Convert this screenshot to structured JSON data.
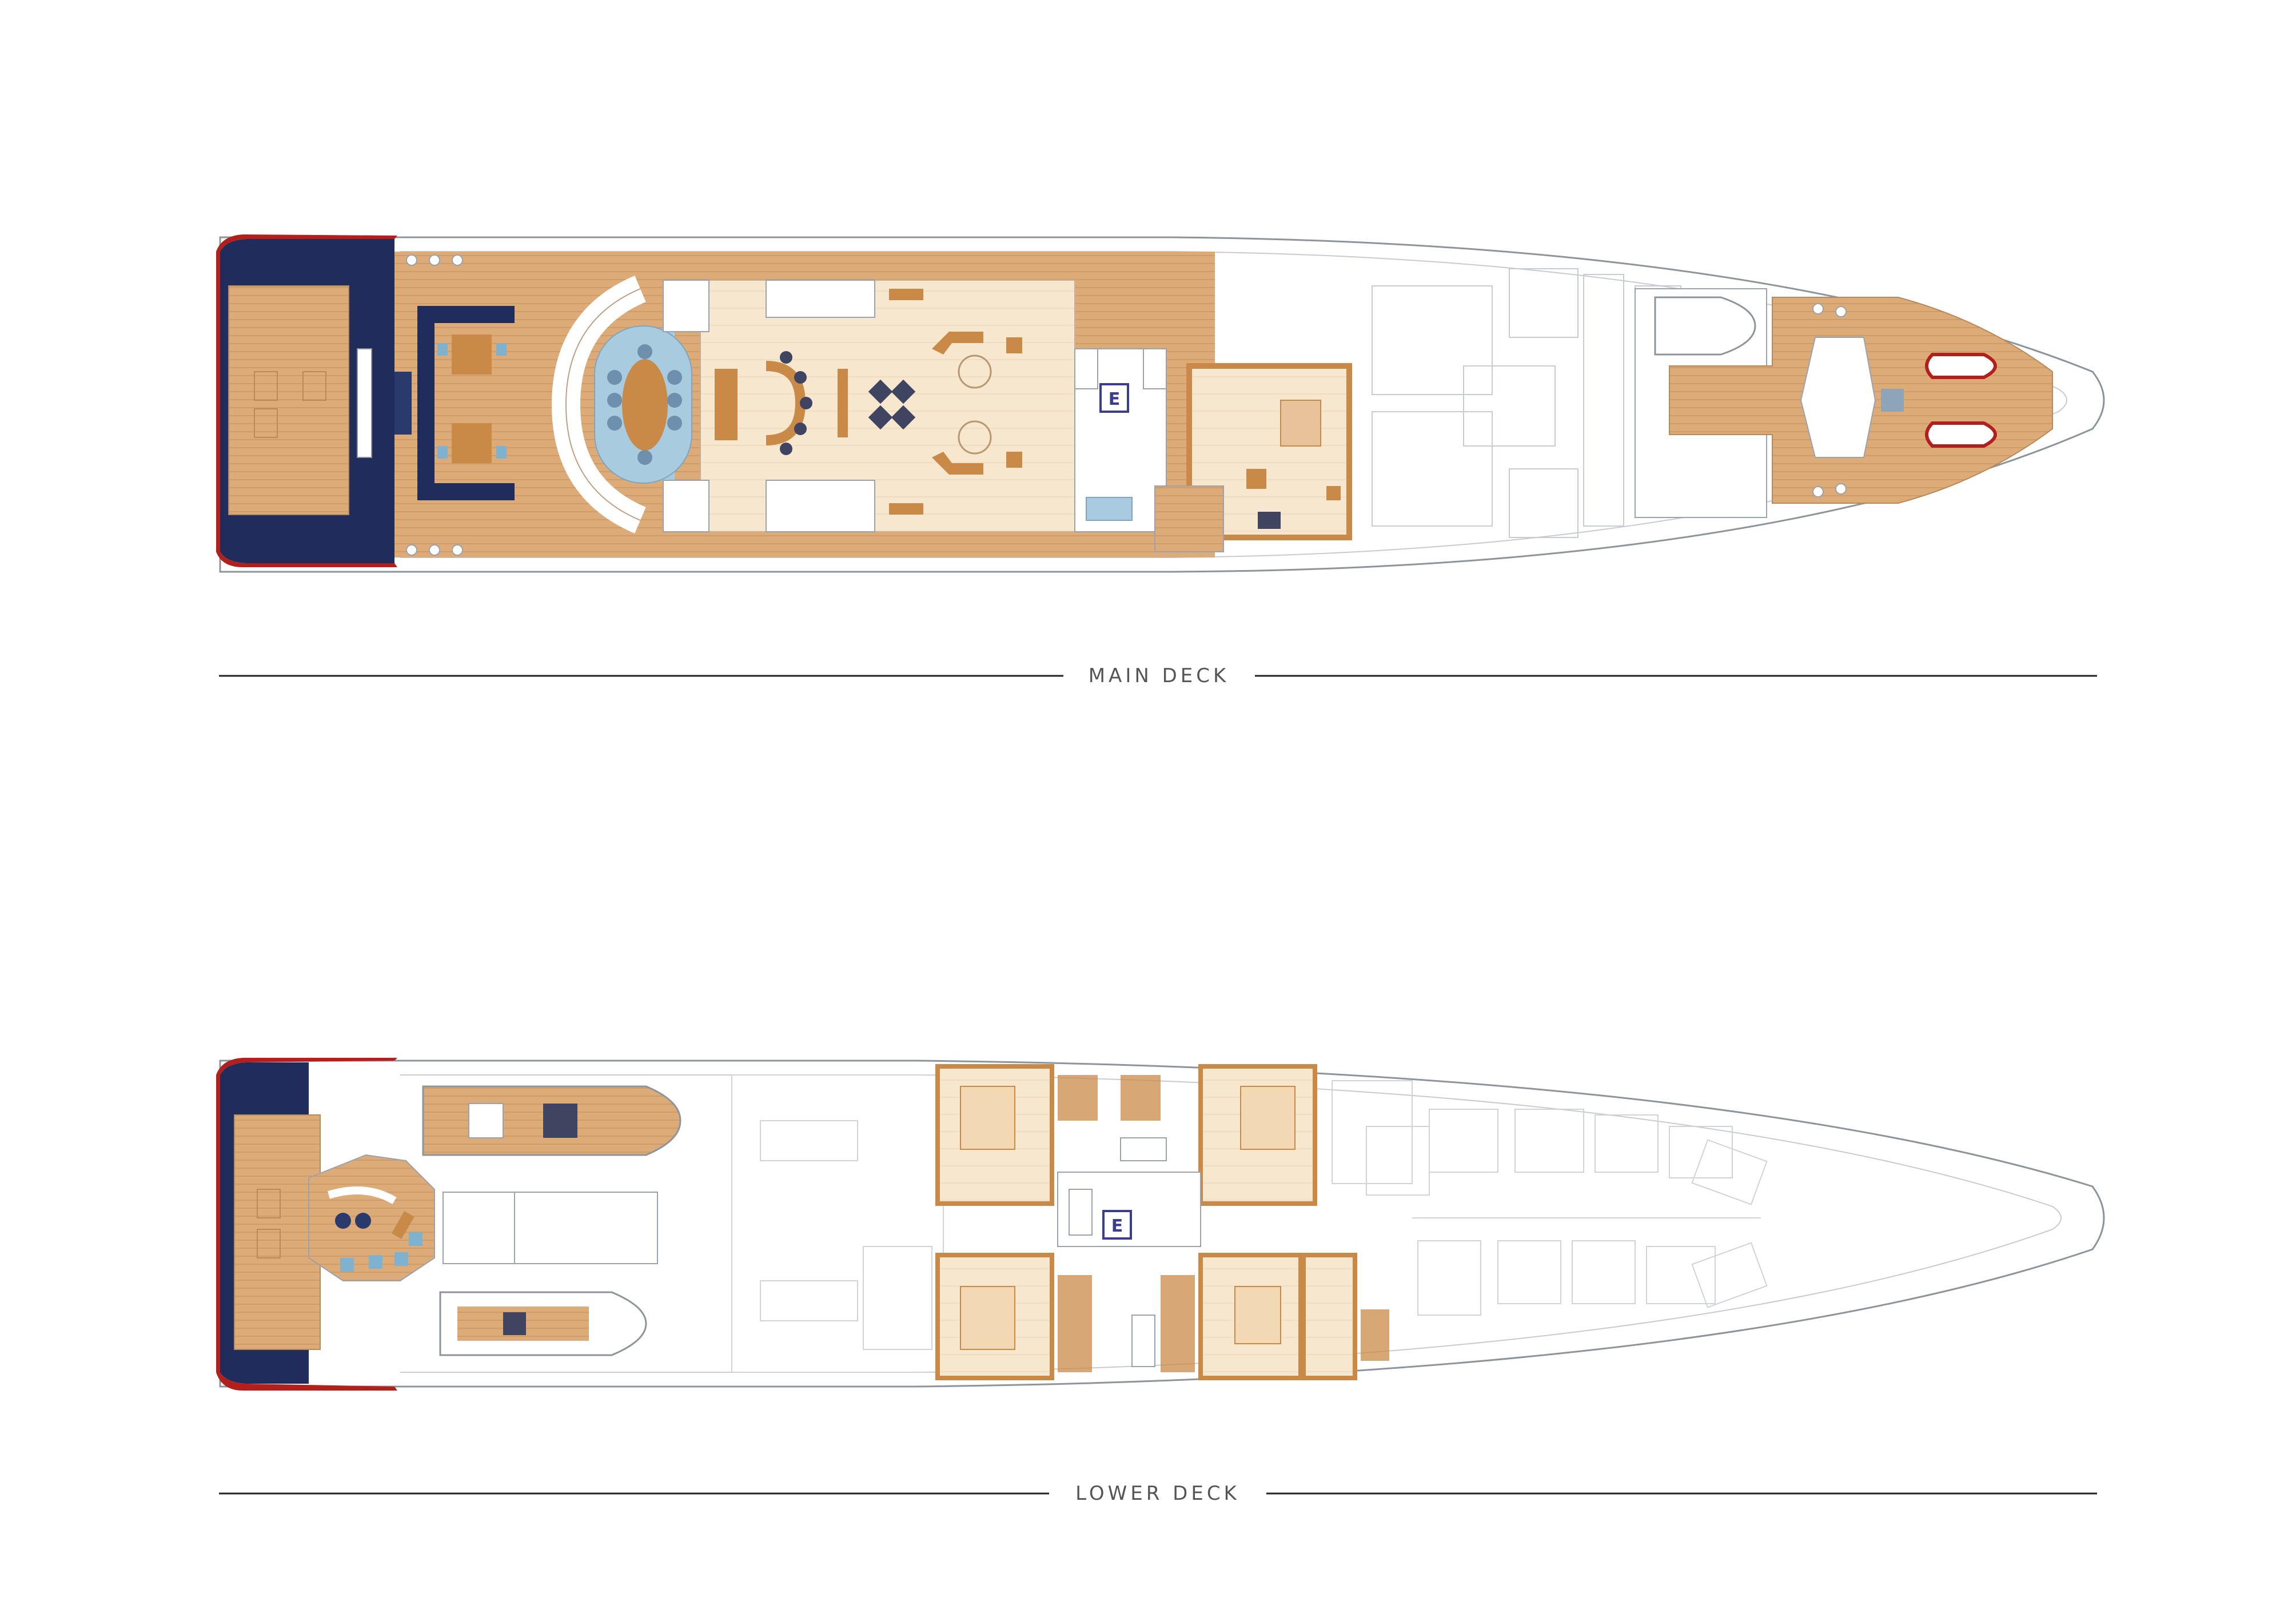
{
  "decks": [
    {
      "id": "main",
      "label": "MAIN DECK",
      "elevator_label": "E"
    },
    {
      "id": "lower",
      "label": "LOWER DECK",
      "elevator_label": "E"
    }
  ],
  "colors": {
    "teak": "#d8a673",
    "teak_light": "#e9c39a",
    "carpet": "#f6e6cc",
    "furniture": "#c98947",
    "navy": "#1f2c5c",
    "hull_red": "#b3201c",
    "water_blue": "#a8cbe0",
    "linework": "#9aa3ad",
    "elevator": "#3a3e8c"
  }
}
